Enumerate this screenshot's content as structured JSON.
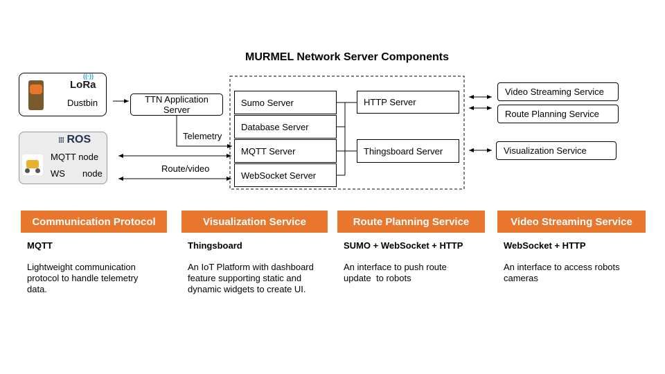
{
  "title": "MURMEL Network Server Components",
  "devices": {
    "dustbin": {
      "logo": "LoRa",
      "label": "Dustbin"
    },
    "robot": {
      "logo": "ROS",
      "mqtt_label": "MQTT node",
      "ws_label": "WS",
      "ws_suffix": "node"
    }
  },
  "ttn": {
    "line1": "TTN Application",
    "line2": "Server"
  },
  "edge_labels": {
    "telemetry": "Telemetry",
    "route_video": "Route/video"
  },
  "servers": {
    "sumo": "Sumo Server",
    "database": "Database Server",
    "mqtt": "MQTT Server",
    "websocket": "WebSocket Server",
    "http": "HTTP Server",
    "thingsboard": "Thingsboard Server"
  },
  "services": {
    "video": "Video Streaming Service",
    "route": "Route Planning Service",
    "visualization": "Visualization Service"
  },
  "cards": [
    {
      "header": "Communication Protocol",
      "subhead": "MQTT",
      "lines": [
        "Lightweight communication",
        "protocol to handle telemetry",
        "data."
      ]
    },
    {
      "header": "Visualization Service",
      "subhead": "Thingsboard",
      "lines": [
        "An IoT Platform with dashboard",
        "feature supporting static and",
        "dynamic widgets to create UI."
      ]
    },
    {
      "header": "Route Planning Service",
      "subhead": "SUMO + WebSocket + HTTP",
      "lines": [
        "An interface to push route",
        "update  to robots"
      ]
    },
    {
      "header": "Video Streaming Service",
      "subhead": "WebSocket + HTTP",
      "lines": [
        "An interface to access robots",
        "cameras"
      ]
    }
  ],
  "colors": {
    "accent": "#e8762d",
    "ros_panel": "#ececec"
  }
}
